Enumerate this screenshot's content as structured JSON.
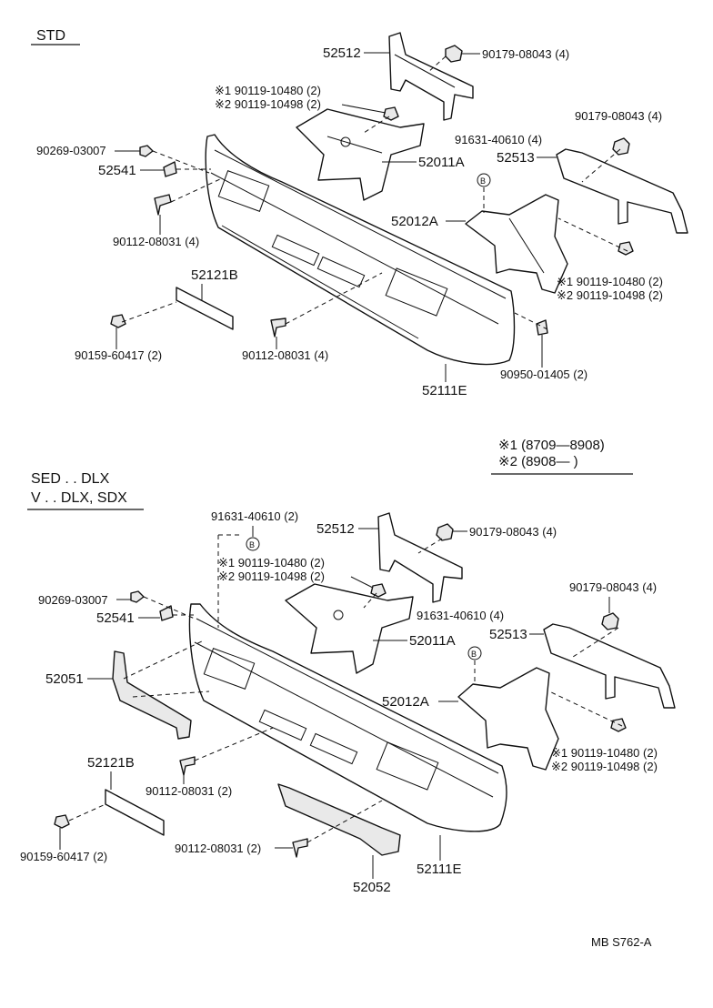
{
  "std_header": "STD",
  "top": {
    "bracket_52512": "52512",
    "nut_top": "90179-08043 (4)",
    "bolt1_top": "※1 90119-10480 (2)",
    "bolt2_top": "※2 90119-10498 (2)",
    "screw_90269": "90269-03007",
    "clip_52541": "52541",
    "rivet_90112_left": "90112-08031 (4)",
    "bracket_52011A": "52011A",
    "clip_91631": "91631-40610 (4)",
    "nut_right": "90179-08043 (4)",
    "bracket_52513": "52513",
    "bracket_52012A": "52012A",
    "bolt1_right": "※1 90119-10480 (2)",
    "bolt2_right": "※2 90119-10498 (2)",
    "plate_52121B": "52121B",
    "screw_90159": "90159-60417 (2)",
    "rivet_90112_mid": "90112-08031 (4)",
    "plug_90950": "90950-01405 (2)",
    "bumper_52111E": "52111E",
    "circle_b": "B"
  },
  "legend": {
    "note1": "※1 (8709—8908)",
    "note2": "※2 (8908—        )"
  },
  "sed_header1": "SED . . DLX",
  "sed_header2": "V . . DLX, SDX",
  "bottom": {
    "clip_91631_left": "91631-40610 (2)",
    "bracket_52512": "52512",
    "nut_top": "90179-08043 (4)",
    "bolt1_top": "※1 90119-10480 (2)",
    "bolt2_top": "※2 90119-10498 (2)",
    "screw_90269": "90269-03007",
    "clip_52541": "52541",
    "bracket_52011A": "52011A",
    "clip_91631_right": "91631-40610 (4)",
    "nut_right": "90179-08043 (4)",
    "bracket_52513": "52513",
    "guard_52051": "52051",
    "bracket_52012A": "52012A",
    "bolt1_right": "※1 90119-10480 (2)",
    "bolt2_right": "※2 90119-10498 (2)",
    "plate_52121B": "52121B",
    "rivet_90112_a": "90112-08031 (2)",
    "screw_90159": "90159-60417 (2)",
    "rivet_90112_b": "90112-08031 (2)",
    "bumper_52111E": "52111E",
    "guard_52052": "52052",
    "circle_b": "B"
  },
  "footer_code": "MB  S762-A"
}
